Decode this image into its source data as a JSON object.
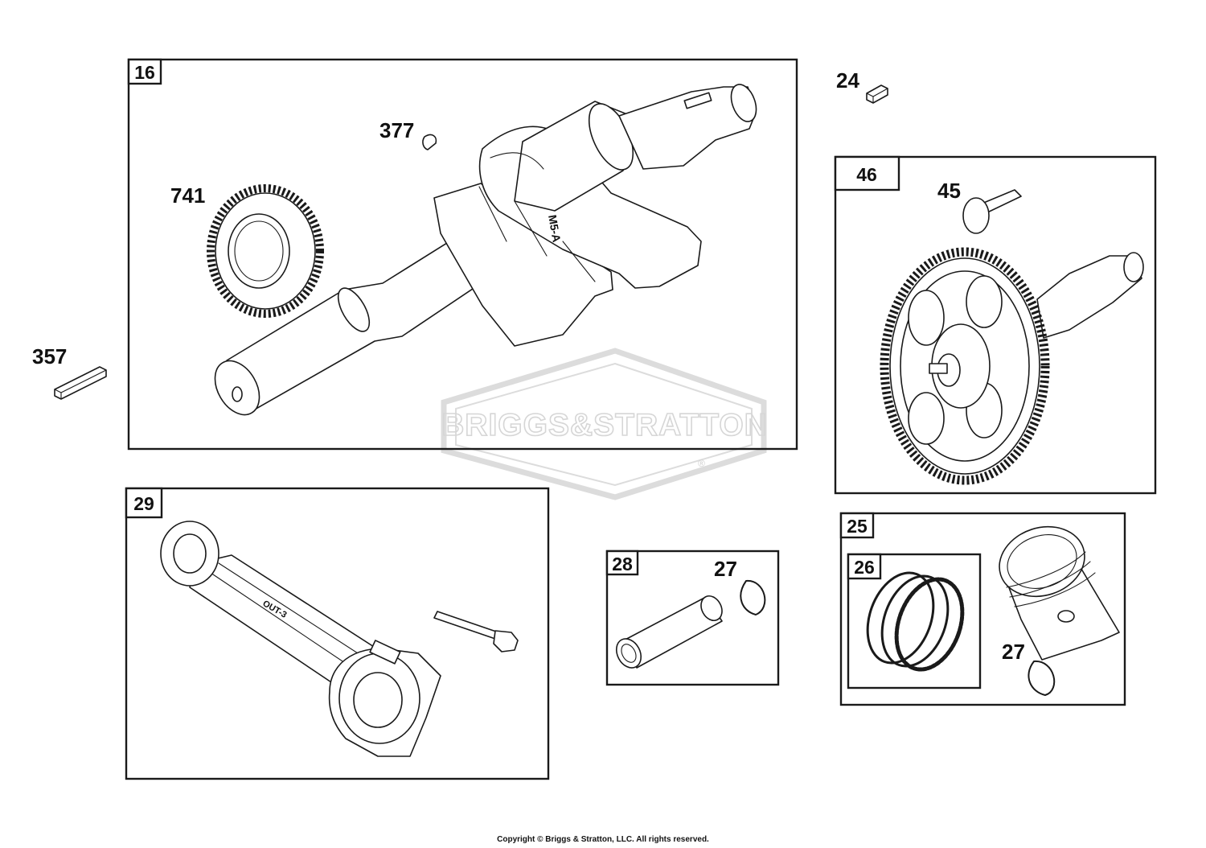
{
  "watermark": {
    "brand_text": "BRIGGS&STRATTON",
    "registered_mark": "®"
  },
  "boxes": {
    "crankshaft_box_tag": "16",
    "camshaft_box_tag": "46",
    "connecting_rod_box_tag": "29",
    "piston_pin_box_tag": "28",
    "piston_box_tag": "25",
    "ring_set_box_tag": "26"
  },
  "callouts": {
    "key_24": "24",
    "key_377": "377",
    "gear_741": "741",
    "key_357": "357",
    "tappet_45": "45",
    "retainer_27_pin": "27",
    "retainer_27_piston": "27"
  },
  "rod_marking": "OUT-3",
  "crank_marking": "M5-A",
  "copyright": "Copyright © Briggs & Stratton, LLC. All rights reserved."
}
